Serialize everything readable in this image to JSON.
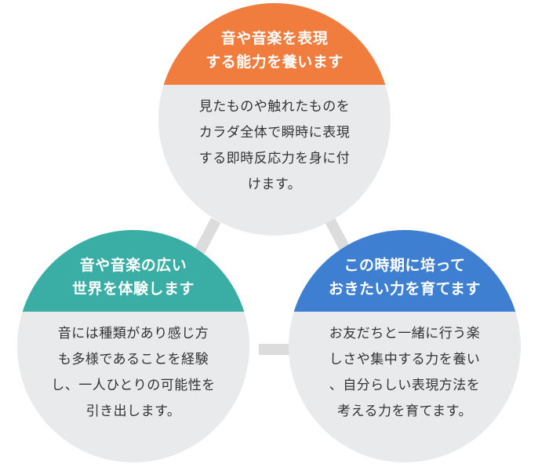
{
  "colors": {
    "orange": "#f07c3e",
    "teal": "#3aaea4",
    "blue": "#3f7fd1",
    "circle_bg": "#e9eaec",
    "connector": "#dcdcdc"
  },
  "circles": [
    {
      "title_lines": [
        "音や音楽を表現",
        "する能力を養います"
      ],
      "body_lines": [
        "見たものや触れたものを",
        "カラダ全体で瞬時に表現",
        "する即時反応力を身に付",
        "けます。"
      ]
    },
    {
      "title_lines": [
        "音や音楽の広い",
        "世界を体験します"
      ],
      "body_lines": [
        "音には種類があり感じ方",
        "も多様であることを経験",
        "し、一人ひとりの可能性を",
        "引き出します。"
      ]
    },
    {
      "title_lines": [
        "この時期に培って",
        "おきたい力を育てます"
      ],
      "body_lines": [
        "お友だちと一緒に行う楽",
        "しさや集中する力を養い",
        "、自分らしい表現方法を",
        "考える力を育てます。"
      ]
    }
  ]
}
